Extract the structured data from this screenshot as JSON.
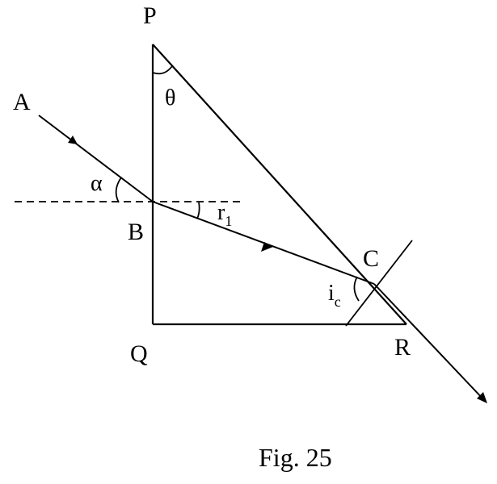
{
  "labels": {
    "P": "P",
    "A": "A",
    "B": "B",
    "C": "C",
    "Q": "Q",
    "R": "R",
    "theta": "θ",
    "alpha": "α",
    "r1_main": "r",
    "r1_sub": "1",
    "ic_main": "i",
    "ic_sub": "c"
  },
  "caption": "Fig. 25"
}
